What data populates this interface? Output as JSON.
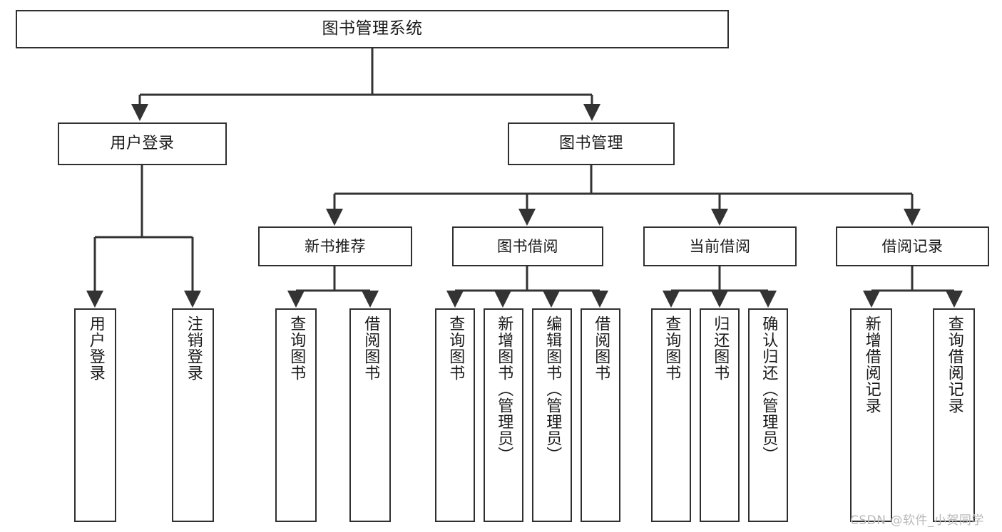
{
  "diagram": {
    "type": "tree-hierarchy",
    "title": "图书管理系统",
    "root": {
      "label": "图书管理系统"
    },
    "branches": [
      {
        "label": "用户登录"
      },
      {
        "label": "图书管理"
      }
    ],
    "subbranches": [
      {
        "label": "新书推荐"
      },
      {
        "label": "图书借阅"
      },
      {
        "label": "当前借阅"
      },
      {
        "label": "借阅记录"
      }
    ],
    "leaves": {
      "user_login": [
        {
          "label": "用户登录"
        },
        {
          "label": "注销登录"
        }
      ],
      "new_book_recommend": [
        {
          "label": "查询图书"
        },
        {
          "label": "借阅图书"
        }
      ],
      "book_borrow": [
        {
          "label": "查询图书"
        },
        {
          "label": "新增图书（管理员）"
        },
        {
          "label": "编辑图书（管理员）"
        },
        {
          "label": "借阅图书"
        }
      ],
      "current_borrow": [
        {
          "label": "查询图书"
        },
        {
          "label": "归还图书"
        },
        {
          "label": "确认归还（管理员）"
        }
      ],
      "borrow_record": [
        {
          "label": "新增借阅记录"
        },
        {
          "label": "查询借阅记录"
        }
      ]
    }
  },
  "watermark": {
    "text": "CSDN @软件_小贺同学"
  },
  "colors": {
    "background": "#ffffff",
    "box_border": "#2f2f2f",
    "connector": "#333333",
    "text": "#1a1a1a",
    "watermark": "#b9b9b9"
  }
}
